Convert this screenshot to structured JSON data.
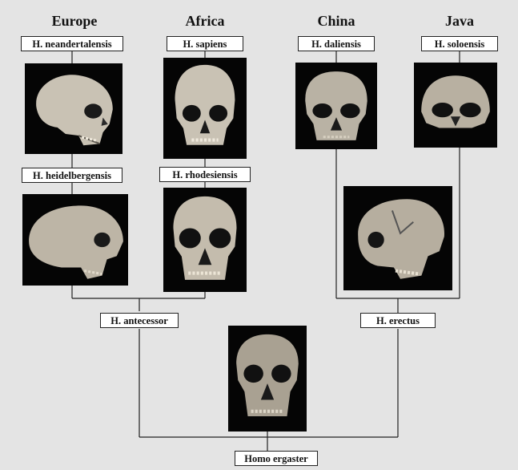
{
  "regions": {
    "europe": "Europe",
    "africa": "Africa",
    "china": "China",
    "java": "Java"
  },
  "species": {
    "neandertalensis": "H. neandertalensis",
    "sapiens": "H. sapiens",
    "daliensis": "H. daliensis",
    "soloensis": "H. soloensis",
    "heidelbergensis": "H. heidelbergensis",
    "rhodesiensis": "H. rhodesiensis",
    "antecessor": "H. antecessor",
    "erectus": "H. erectus",
    "ergaster": "Homo ergaster"
  },
  "colors": {
    "background": "#e4e4e4",
    "photo_background": "#050505",
    "bone": "#c9c2b4",
    "line": "#222222"
  },
  "skull_views": {
    "neandertalensis": "side",
    "sapiens": "front",
    "daliensis": "front",
    "soloensis": "front",
    "heidelbergensis": "side",
    "rhodesiensis": "front",
    "erectus": "side",
    "ergaster": "front"
  }
}
